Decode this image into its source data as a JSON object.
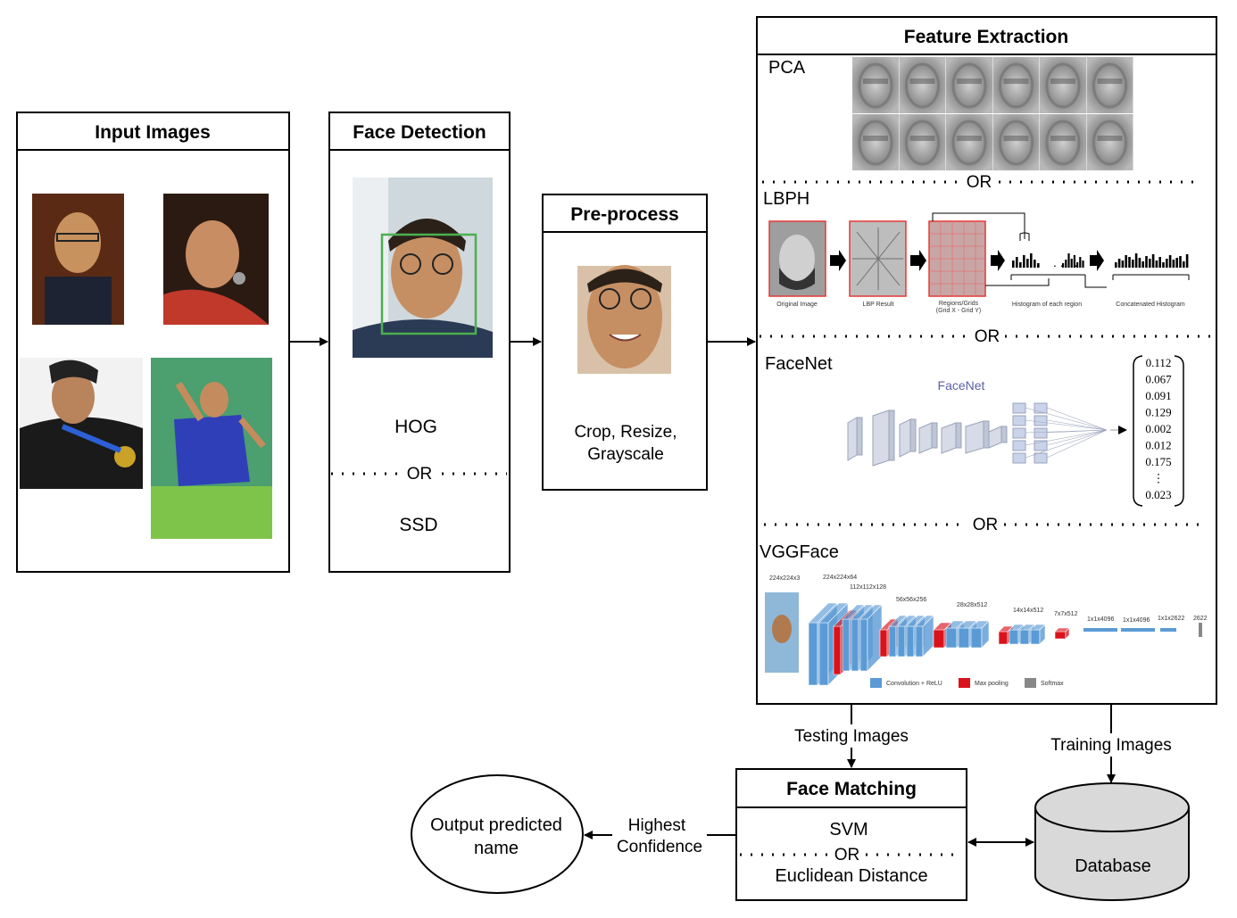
{
  "input_images": {
    "title": "Input Images"
  },
  "face_detection": {
    "title": "Face Detection",
    "method_1": "HOG",
    "or": "OR",
    "method_2": "SSD"
  },
  "preprocess": {
    "title": "Pre-process",
    "caption_line1": "Crop, Resize,",
    "caption_line2": "Grayscale"
  },
  "feature_extraction": {
    "title": "Feature Extraction",
    "or": "OR",
    "pca": {
      "label": "PCA"
    },
    "lbph": {
      "label": "LBPH",
      "captions": [
        "Original Image",
        "LBP Result",
        "Regions/Grids",
        "(Grid X - Grid Y)",
        "Histogram of each region",
        "Concatenated Histogram"
      ]
    },
    "facenet": {
      "label": "FaceNet",
      "diagram_title": "FaceNet",
      "vector": [
        "0.112",
        "0.067",
        "0.091",
        "0.129",
        "0.002",
        "0.012",
        "0.175",
        "⋮",
        "0.023"
      ]
    },
    "vggface": {
      "label": "VGGFace",
      "dims": [
        "224x224x3",
        "224x224x64",
        "112x112x128",
        "56x56x256",
        "28x28x512",
        "14x14x512",
        "7x7x512",
        "1x1x4096",
        "1x1x4096",
        "1x1x2622",
        "2622"
      ],
      "legend": [
        "Convolution + ReLU",
        "Max pooling",
        "Softmax"
      ]
    }
  },
  "flow": {
    "testing_images": "Testing Images",
    "training_images": "Training Images",
    "highest_line1": "Highest",
    "highest_line2": "Confidence"
  },
  "face_matching": {
    "title": "Face Matching",
    "method_1": "SVM",
    "or": "OR",
    "method_2": "Euclidean Distance"
  },
  "database": {
    "label": "Database"
  },
  "output": {
    "line1": "Output predicted",
    "line2": "name"
  },
  "colors": {
    "conv": "#5b9bd5",
    "pool": "#d9121c",
    "softmax": "#888888",
    "database_fill": "#d9d9d9",
    "detect_box": "#4caf50",
    "lbph_frame": "#e53935"
  }
}
